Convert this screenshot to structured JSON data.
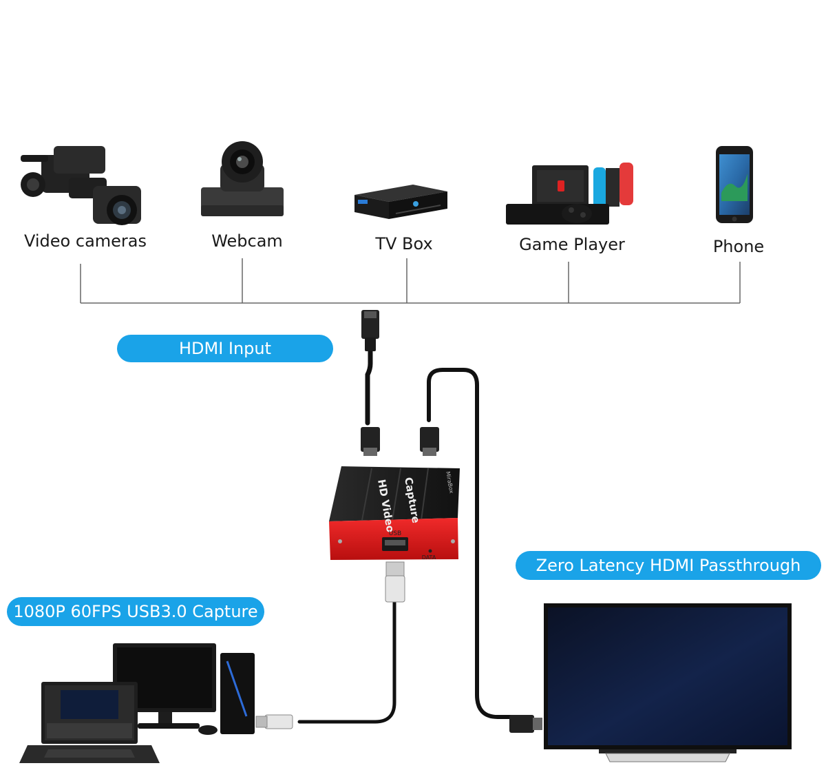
{
  "devices": {
    "video_cameras": "Video cameras",
    "webcam": "Webcam",
    "tv_box": "TV Box",
    "game_player": "Game Player",
    "phone": "Phone"
  },
  "callouts": {
    "hdmi_input": "HDMI Input",
    "passthrough": "Zero Latency HDMI Passthrough",
    "usb_capture": "1080P 60FPS USB3.0  Capture"
  },
  "device_box": {
    "line1": "HD Video",
    "line2": "Capture",
    "usb_port": "USB",
    "data_led": "DATA",
    "brand": "MiraBox"
  },
  "colors": {
    "pill": "#1aa3e8",
    "capture_red": "#e01b1b",
    "capture_black": "#1c1c1c",
    "line": "#555555",
    "tv_screen": "#101c3a"
  }
}
